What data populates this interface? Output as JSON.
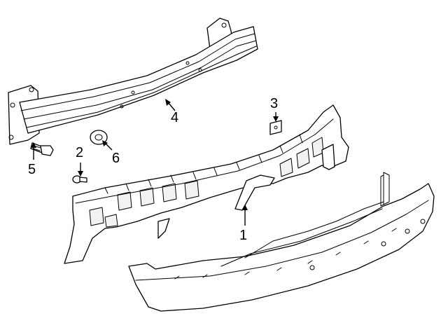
{
  "diagram": {
    "callouts": {
      "c1": "1",
      "c2": "2",
      "c3": "3",
      "c4": "4",
      "c5": "5",
      "c6": "6"
    }
  },
  "colors": {
    "line": "#000000",
    "background": "#ffffff"
  }
}
